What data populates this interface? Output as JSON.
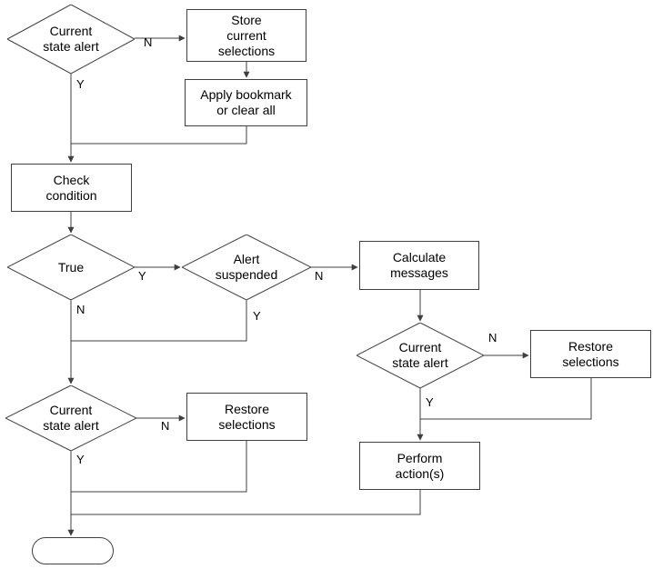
{
  "theme": {
    "background": "#ffffff",
    "line_color": "#3f3f3f",
    "text_color": "#000000"
  },
  "diagram": {
    "type": "flowchart",
    "nodes": [
      {
        "id": "current-state-alert-top",
        "shape": "diamond",
        "label": "Current\nstate alert"
      },
      {
        "id": "store-current-selections",
        "shape": "rect",
        "label": "Store\ncurrent\nselections"
      },
      {
        "id": "apply-bookmark",
        "shape": "rect",
        "label": "Apply bookmark\nor clear all"
      },
      {
        "id": "check-condition",
        "shape": "rect",
        "label": "Check\ncondition"
      },
      {
        "id": "true-decision",
        "shape": "diamond",
        "label": "True"
      },
      {
        "id": "alert-suspended",
        "shape": "diamond",
        "label": "Alert\nsuspended"
      },
      {
        "id": "calculate-messages",
        "shape": "rect",
        "label": "Calculate\nmessages"
      },
      {
        "id": "current-state-alert-right",
        "shape": "diamond",
        "label": "Current\nstate alert"
      },
      {
        "id": "restore-selections-right",
        "shape": "rect",
        "label": "Restore\nselections"
      },
      {
        "id": "current-state-alert-left",
        "shape": "diamond",
        "label": "Current\nstate alert"
      },
      {
        "id": "restore-selections-mid",
        "shape": "rect",
        "label": "Restore\nselections"
      },
      {
        "id": "perform-actions",
        "shape": "rect",
        "label": "Perform\naction(s)"
      },
      {
        "id": "end-terminator",
        "shape": "terminator",
        "label": ""
      }
    ],
    "edges": [
      {
        "from": "current-state-alert-top",
        "to": "store-current-selections",
        "label": "N"
      },
      {
        "from": "current-state-alert-top",
        "to": "check-condition",
        "label": "Y"
      },
      {
        "from": "store-current-selections",
        "to": "apply-bookmark",
        "label": ""
      },
      {
        "from": "apply-bookmark",
        "to": "check-condition",
        "label": ""
      },
      {
        "from": "check-condition",
        "to": "true-decision",
        "label": ""
      },
      {
        "from": "true-decision",
        "to": "alert-suspended",
        "label": "Y"
      },
      {
        "from": "true-decision",
        "to": "current-state-alert-left",
        "label": "N"
      },
      {
        "from": "alert-suspended",
        "to": "calculate-messages",
        "label": "N"
      },
      {
        "from": "alert-suspended",
        "to": "current-state-alert-left",
        "label": "Y"
      },
      {
        "from": "calculate-messages",
        "to": "current-state-alert-right",
        "label": ""
      },
      {
        "from": "current-state-alert-right",
        "to": "restore-selections-right",
        "label": "N"
      },
      {
        "from": "current-state-alert-right",
        "to": "perform-actions",
        "label": "Y"
      },
      {
        "from": "restore-selections-right",
        "to": "perform-actions",
        "label": ""
      },
      {
        "from": "current-state-alert-left",
        "to": "restore-selections-mid",
        "label": "N"
      },
      {
        "from": "current-state-alert-left",
        "to": "end-terminator",
        "label": "Y"
      },
      {
        "from": "restore-selections-mid",
        "to": "end-terminator",
        "label": ""
      },
      {
        "from": "perform-actions",
        "to": "end-terminator",
        "label": ""
      }
    ]
  }
}
